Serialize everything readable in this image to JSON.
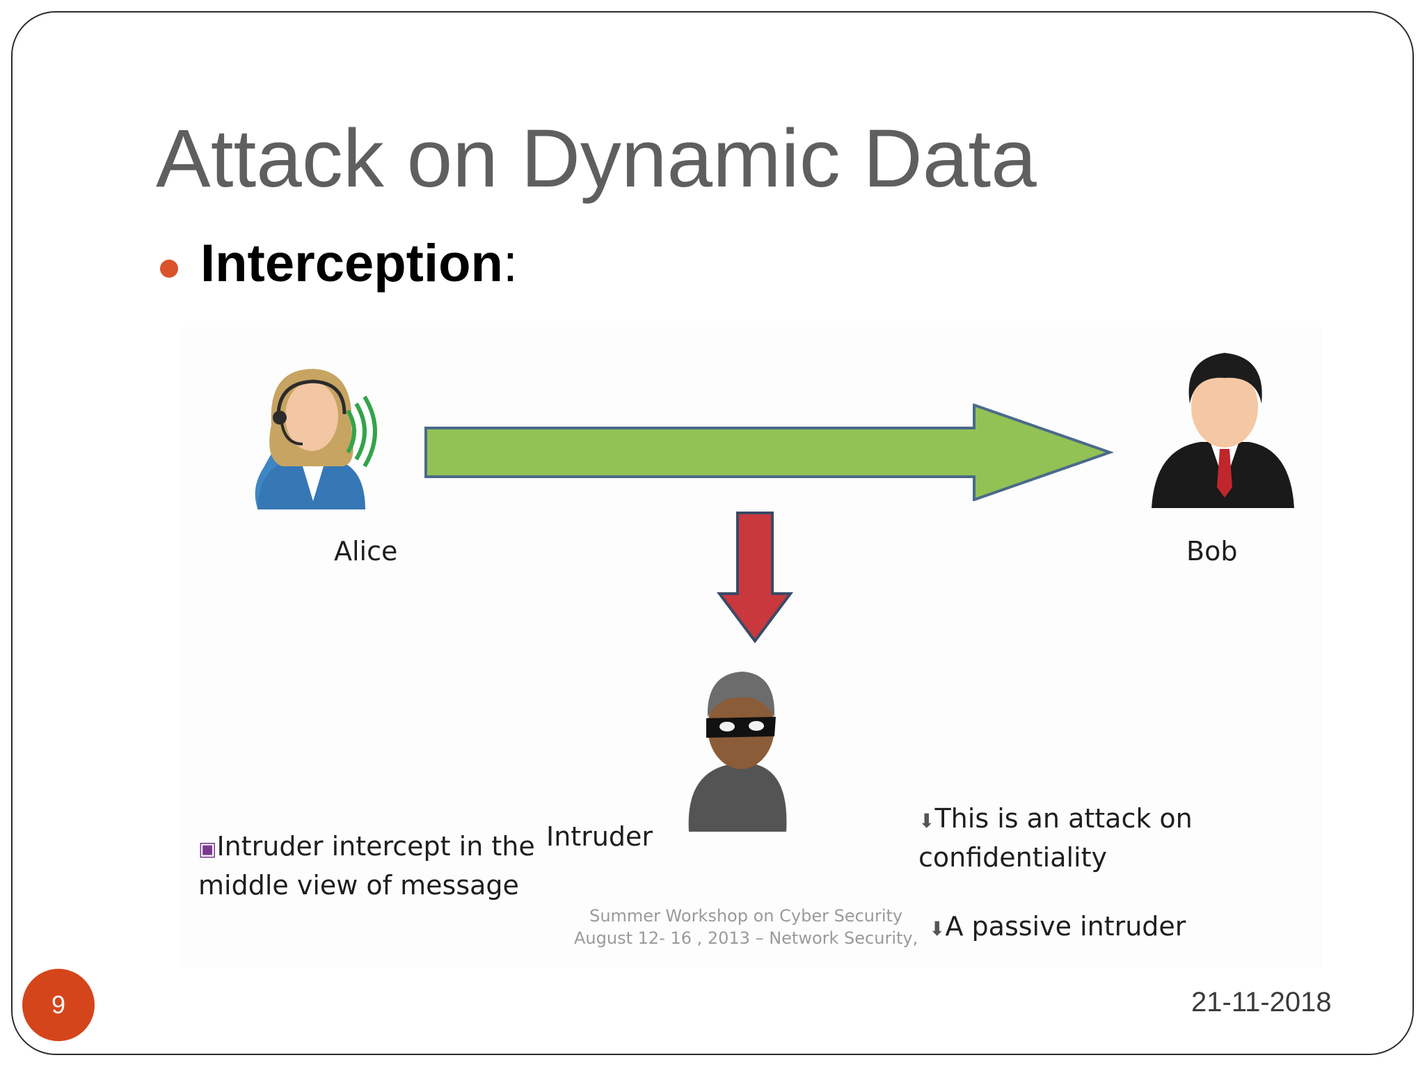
{
  "slide": {
    "title": "Attack on Dynamic Data",
    "bullet": {
      "strong": "Interception",
      "rest": ":"
    },
    "page_number": "9",
    "date": "21-11-2018"
  },
  "diagram": {
    "alice_label": "Alice",
    "bob_label": "Bob",
    "intruder_label": "Intruder",
    "left_note_line1": "Intruder intercept in the",
    "left_note_line2": "middle view of message",
    "right_note1_line1": "This is an attack on",
    "right_note1_line2": "confidentiality",
    "right_note2": "A passive intruder",
    "credit_line1": "Summer Workshop on Cyber Security",
    "credit_line2": "August 12- 16 , 2013 – Network Security,",
    "colors": {
      "green_arrow": "#92c254",
      "red_arrow": "#c9383c",
      "accent": "#d9532b"
    },
    "icons": [
      "alice-headset-icon",
      "bob-businessman-icon",
      "intruder-masked-icon"
    ]
  }
}
